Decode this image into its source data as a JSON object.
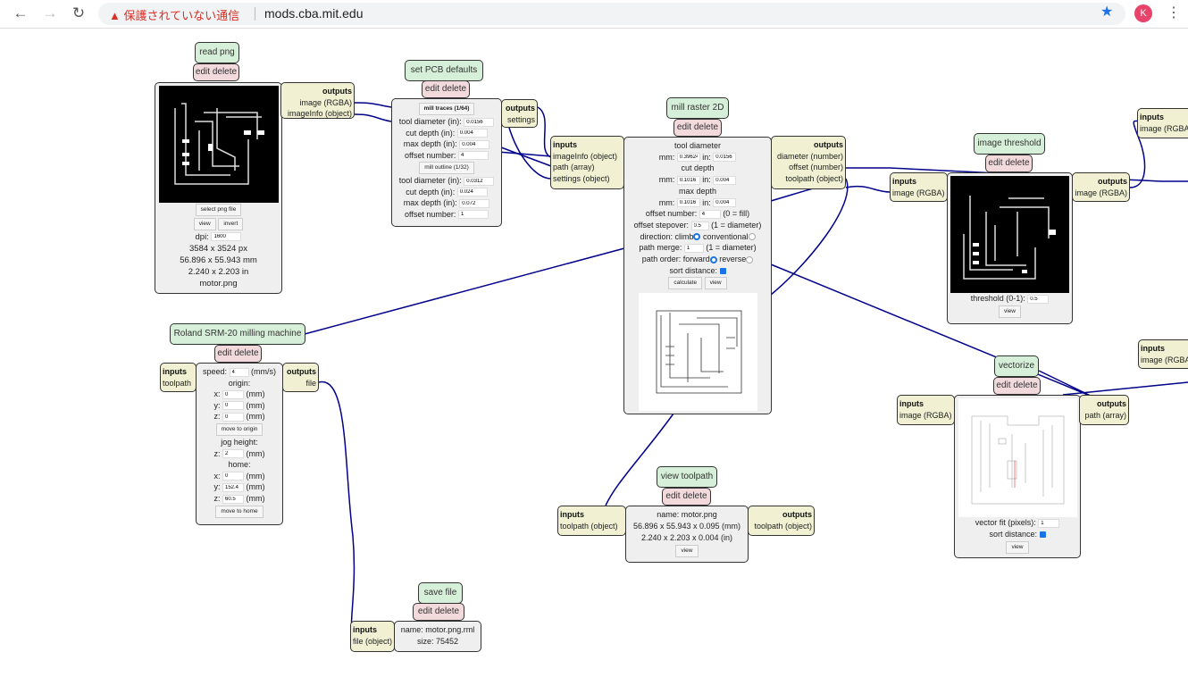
{
  "browser": {
    "warning": "保護されていない通信",
    "url": "mods.cba.mit.edu",
    "avatar": "K"
  },
  "labels": {
    "edit_delete": "edit delete",
    "inputs": "inputs",
    "outputs": "outputs",
    "view": "view",
    "mm": "(mm)"
  },
  "read_png": {
    "title": "read png",
    "outputs": [
      "image (RGBA)",
      "imageInfo (object)"
    ],
    "select": "select png file",
    "view": "view",
    "invert": "invert",
    "dpi_label": "dpi:",
    "dpi": "1600",
    "px": "3584 x 3524 px",
    "mm": "56.896 x 55.943 mm",
    "in": "2.240 x 2.203 in",
    "file": "motor.png"
  },
  "pcb": {
    "title": "set PCB defaults",
    "outputs": [
      "settings"
    ],
    "traces": "mill traces (1/64)",
    "outline": "mill outline (1/32)",
    "labels": [
      "tool diameter (in):",
      "cut depth (in):",
      "max depth (in):",
      "offset number:"
    ],
    "traces_vals": [
      "0.0156",
      "0.004",
      "0.004",
      "4"
    ],
    "outline_vals": [
      "0.0312",
      "0.024",
      "0.072",
      "1"
    ]
  },
  "mill": {
    "title": "mill raster 2D",
    "inputs": [
      "imageInfo (object)",
      "path (array)",
      "settings (object)"
    ],
    "outputs": [
      "diameter (number)",
      "offset (number)",
      "toolpath (object)"
    ],
    "tool_diameter": "tool diameter",
    "cut_depth": "cut depth",
    "max_depth": "max depth",
    "mm_label": "mm:",
    "in_label": "in:",
    "td_mm": "0.39624",
    "td_in": "0.0156",
    "cd_mm": "0.1016",
    "cd_in": "0.004",
    "md_mm": "0.1016",
    "md_in": "0.004",
    "offset_label": "offset number:",
    "offset": "4",
    "offset_note": "(0 = fill)",
    "stepover_label": "offset stepover:",
    "stepover": "0.5",
    "stepover_note": "(1 = diameter)",
    "direction_label": "direction: climb",
    "conventional": "conventional",
    "merge_label": "path merge:",
    "merge": "1",
    "merge_note": "(1 = diameter)",
    "order_label": "path order: forward",
    "reverse": "reverse",
    "sort_label": "sort distance:",
    "calculate": "calculate",
    "view": "view"
  },
  "threshold": {
    "title": "image threshold",
    "inputs": [
      "image (RGBA)"
    ],
    "outputs": [
      "image (RGBA)"
    ],
    "label": "threshold (0-1):",
    "value": "0.5",
    "view": "view"
  },
  "vectorize": {
    "title": "vectorize",
    "inputs": [
      "image (RGBA)"
    ],
    "outputs": [
      "path (array)"
    ],
    "fit_label": "vector fit (pixels):",
    "fit": "1",
    "sort_label": "sort distance:",
    "view": "view"
  },
  "roland": {
    "title": "Roland SRM-20 milling machine",
    "inputs": [
      "toolpath"
    ],
    "outputs": [
      "file"
    ],
    "speed_label": "speed:",
    "speed": "4",
    "speed_unit": "(mm/s)",
    "origin": "origin:",
    "ox": "0",
    "oy": "0",
    "oz": "0",
    "move_origin": "move to origin",
    "jog": "jog height:",
    "jz": "2",
    "home": "home:",
    "hx": "0",
    "hy": "152.4",
    "hz": "60.5",
    "move_home": "move to home",
    "x": "x:",
    "y": "y:",
    "z": "z:"
  },
  "viewtp": {
    "title": "view toolpath",
    "inputs": [
      "toolpath (object)"
    ],
    "outputs": [
      "toolpath (object)"
    ],
    "name": "name: motor.png",
    "mm": "56.896 x 55.943 x 0.095 (mm)",
    "in": "2.240 x 2.203 x 0.004 (in)",
    "view": "view"
  },
  "save": {
    "title": "save file",
    "inputs": [
      "file (object)"
    ],
    "name": "name: motor.png.rml",
    "size": "size: 75452"
  },
  "edge": {
    "inputs1": [
      "image (RGBA)"
    ],
    "inputs2": [
      "image (RGBA)"
    ]
  }
}
